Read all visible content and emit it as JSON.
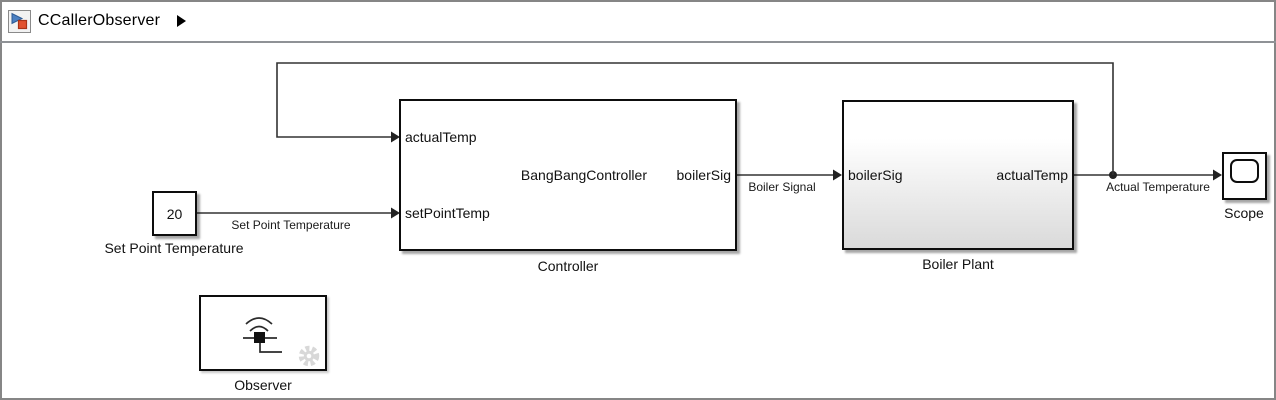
{
  "app": {
    "breadcrumb_title": "CCallerObserver"
  },
  "blocks": {
    "constant": {
      "value": "20",
      "name": "Set Point Temperature"
    },
    "controller": {
      "name": "Controller",
      "input_top": "actualTemp",
      "input_bottom": "setPointTemp",
      "function_name": "BangBangController",
      "output": "boilerSig"
    },
    "boiler_plant": {
      "name": "Boiler Plant",
      "input": "boilerSig",
      "output": "actualTemp"
    },
    "scope": {
      "name": "Scope"
    },
    "observer": {
      "name": "Observer"
    }
  },
  "signal_labels": {
    "set_point": "Set Point Temperature",
    "boiler": "Boiler Signal",
    "actual": "Actual Temperature"
  },
  "colors": {
    "wire": "#333333",
    "block_border": "#0d0d0d",
    "boiler_gradient_bottom": "#dadada",
    "gear": "#d8d8d8",
    "logo_blue": "#4a7fc1",
    "logo_orange": "#e2512e",
    "chrome_divider": "#8f9296"
  }
}
